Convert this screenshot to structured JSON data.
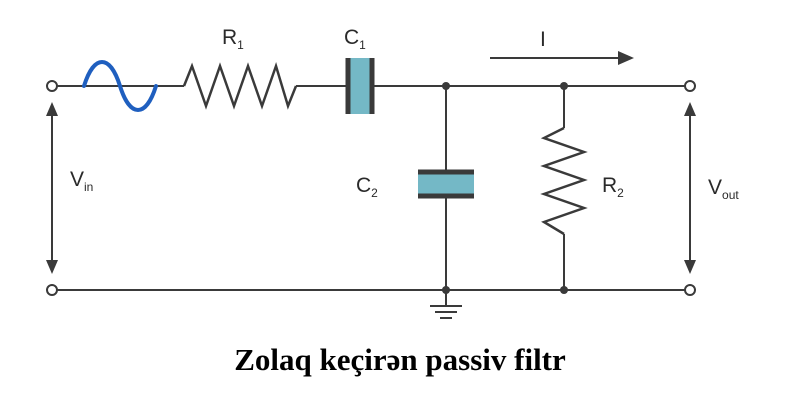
{
  "caption": "Zolaq keçirən passiv filtr",
  "labels": {
    "r1": {
      "main": "R",
      "sub": "1"
    },
    "c1": {
      "main": "C",
      "sub": "1"
    },
    "c2": {
      "main": "C",
      "sub": "2"
    },
    "r2": {
      "main": "R",
      "sub": "2"
    },
    "current": "I",
    "vin": {
      "main": "V",
      "sub": "in"
    },
    "vout": {
      "main": "V",
      "sub": "out"
    }
  },
  "colors": {
    "wire": "#3a3a3a",
    "source_wave": "#1f5fbf",
    "capacitor_fill": "#74b8c6",
    "terminal_fill": "#ffffff",
    "caption": "#000000"
  }
}
